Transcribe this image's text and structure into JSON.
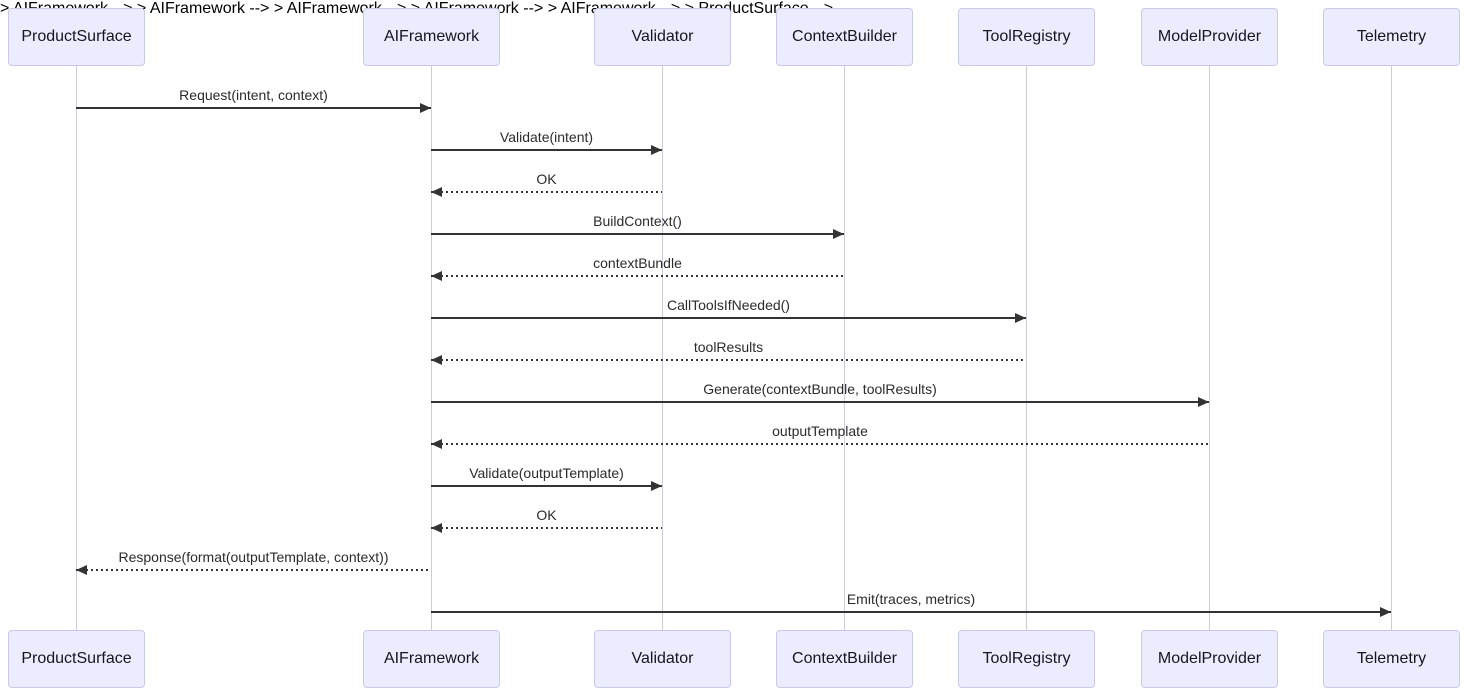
{
  "diagram": {
    "kind": "sequence-diagram",
    "palette": {
      "background": "#ffffff",
      "actor_fill": "#ececff",
      "actor_border": "#c9c9e8",
      "lifeline": "#ccccdd",
      "arrow": "#333333",
      "text": "#2b2b2b"
    },
    "actors": [
      {
        "label": "ProductSurface"
      },
      {
        "label": "AIFramework"
      },
      {
        "label": "Validator"
      },
      {
        "label": "ContextBuilder"
      },
      {
        "label": "ToolRegistry"
      },
      {
        "label": "ModelProvider"
      },
      {
        "label": "Telemetry"
      }
    ],
    "messages": [
      {
        "from": "ProductSurface",
        "to": "AIFramework",
        "label": "Request(intent, context)",
        "line": "solid"
      },
      {
        "from": "AIFramework",
        "to": "Validator",
        "label": "Validate(intent)",
        "line": "solid"
      },
      {
        "from": "Validator",
        "to": "AIFramework",
        "label": "OK",
        "line": "dashed"
      },
      {
        "from": "AIFramework",
        "to": "ContextBuilder",
        "label": "BuildContext()",
        "line": "solid"
      },
      {
        "from": "ContextBuilder",
        "to": "AIFramework",
        "label": "contextBundle",
        "line": "dashed"
      },
      {
        "from": "AIFramework",
        "to": "ToolRegistry",
        "label": "CallToolsIfNeeded()",
        "line": "solid"
      },
      {
        "from": "ToolRegistry",
        "to": "AIFramework",
        "label": "toolResults",
        "line": "dashed"
      },
      {
        "from": "AIFramework",
        "to": "ModelProvider",
        "label": "Generate(contextBundle, toolResults)",
        "line": "solid"
      },
      {
        "from": "ModelProvider",
        "to": "AIFramework",
        "label": "outputTemplate",
        "line": "dashed"
      },
      {
        "from": "AIFramework",
        "to": "Validator",
        "label": "Validate(outputTemplate)",
        "line": "solid"
      },
      {
        "from": "Validator",
        "to": "AIFramework",
        "label": "OK",
        "line": "dashed"
      },
      {
        "from": "AIFramework",
        "to": "ProductSurface",
        "label": "Response(format(outputTemplate, context))",
        "line": "dashed"
      },
      {
        "from": "AIFramework",
        "to": "Telemetry",
        "label": "Emit(traces, metrics)",
        "line": "solid"
      }
    ]
  }
}
